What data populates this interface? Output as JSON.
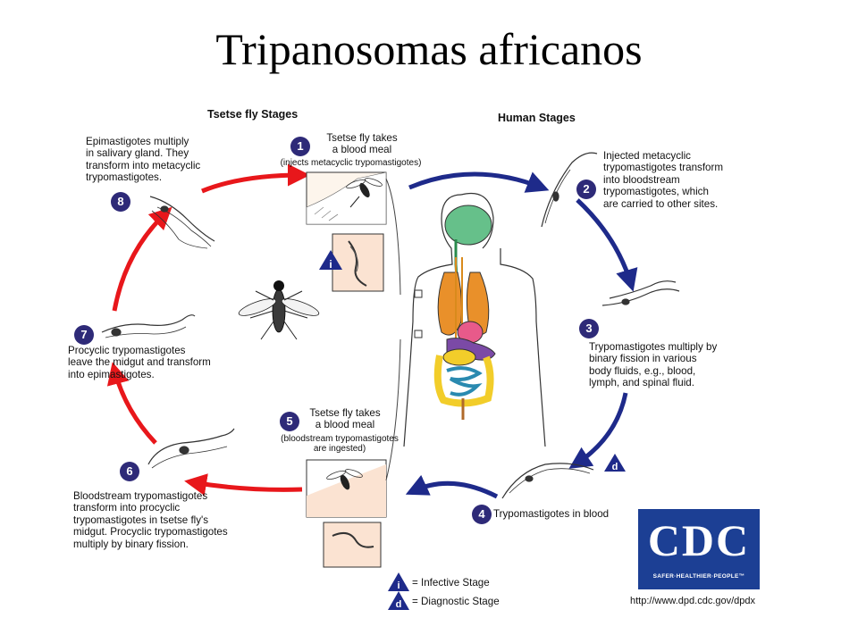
{
  "title": "Tripanosomas africanos",
  "sections": {
    "fly": "Tsetse fly Stages",
    "human": "Human Stages"
  },
  "stages": {
    "s1": {
      "num": "1",
      "text": "Tsetse fly takes\na blood meal",
      "sub": "(injects metacyclic trypomastigotes)"
    },
    "s2": {
      "num": "2",
      "text": "Injected metacyclic\ntrypomastigotes transform\ninto bloodstream\ntrypomastigotes, which\nare carried to other sites."
    },
    "s3": {
      "num": "3",
      "text": "Trypomastigotes multiply by\nbinary fission in various\nbody fluids, e.g., blood,\nlymph, and spinal fluid."
    },
    "s4": {
      "num": "4",
      "text": "Trypomastigotes in blood"
    },
    "s5": {
      "num": "5",
      "text": "Tsetse fly takes\na blood meal",
      "sub": "(bloodstream trypomastigotes\nare ingested)"
    },
    "s6": {
      "num": "6",
      "text": "Bloodstream trypomastigotes\ntransform into procyclic\ntrypomastigotes in tsetse fly's\nmidgut. Procyclic trypomastigotes\nmultiply by binary fission."
    },
    "s7": {
      "num": "7",
      "text": "Procyclic trypomastigotes\nleave the midgut and transform\ninto epimastigotes."
    },
    "s8": {
      "num": "8",
      "text": "Epimastigotes multiply\nin salivary gland. They\ntransform into metacyclic\ntrypomastigotes."
    }
  },
  "legend": {
    "infective_symbol": "i",
    "infective": "= Infective Stage",
    "diagnostic_symbol": "d",
    "diagnostic": "= Diagnostic Stage"
  },
  "logo": {
    "text": "CDC",
    "tagline": "SAFER·HEALTHIER·PEOPLE™"
  },
  "url": "http://www.dpd.cdc.gov/dpdx",
  "colors": {
    "fly_arrows": "#e8171b",
    "human_arrows": "#1e2a8a",
    "badge": "#2e2a78"
  }
}
